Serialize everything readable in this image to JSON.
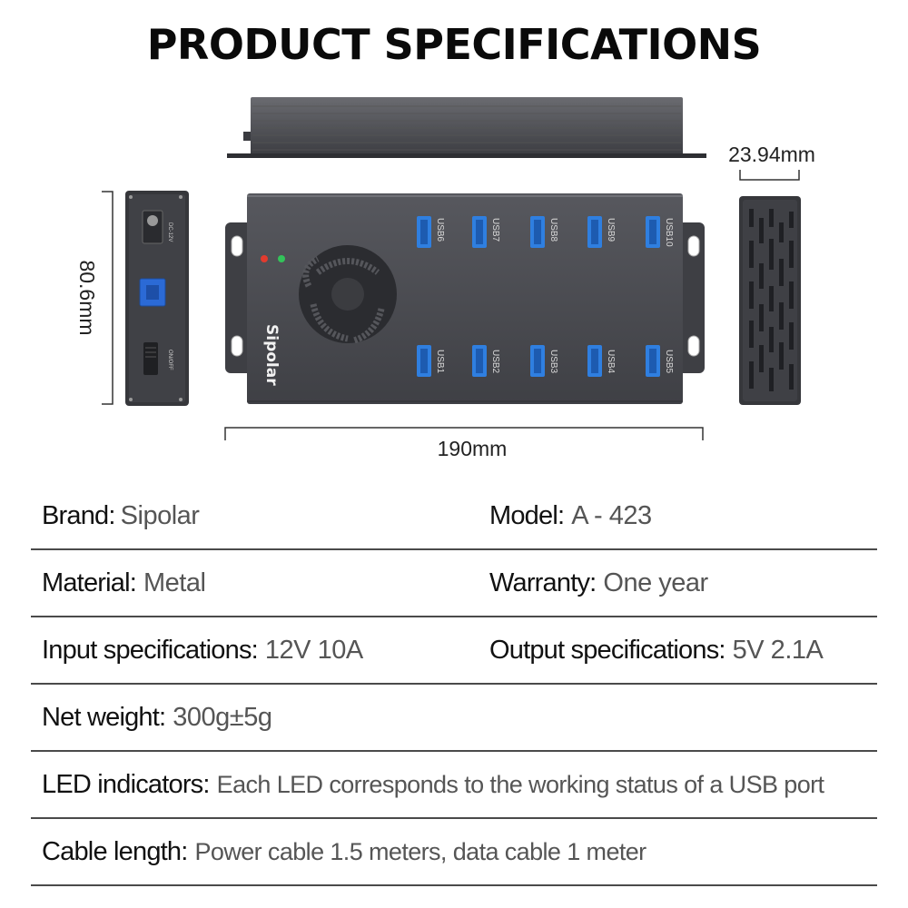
{
  "title": "PRODUCT SPECIFICATIONS",
  "product": {
    "brand_mark": "Sipolar",
    "ports_top": [
      "USB6",
      "USB7",
      "USB8",
      "USB9",
      "USB10"
    ],
    "ports_bottom": [
      "USB1",
      "USB2",
      "USB3",
      "USB4",
      "USB5"
    ],
    "side_labels": {
      "power": "DC-12V",
      "switch": "ON/OFF"
    },
    "colors": {
      "body": "#4a4b50",
      "port": "#2f7fe0",
      "led_red": "#e23b2e",
      "led_green": "#33c35a"
    }
  },
  "dimensions": {
    "depth": "23.94mm",
    "height": "80.6mm",
    "length": "190mm"
  },
  "specs": {
    "brand": {
      "label": "Brand:",
      "value": "Sipolar"
    },
    "model": {
      "label": "Model:",
      "value": "A - 423"
    },
    "material": {
      "label": "Material:",
      "value": "Metal"
    },
    "warranty": {
      "label": "Warranty:",
      "value": "One year"
    },
    "input": {
      "label": "Input specifications:",
      "value": "12V 10A"
    },
    "output": {
      "label": "Output specifications:",
      "value": "5V 2.1A"
    },
    "weight": {
      "label": "Net weight:",
      "value": "300g±5g"
    },
    "led": {
      "label": "LED indicators:",
      "value": "Each LED corresponds to the working status of a USB port"
    },
    "cable": {
      "label": "Cable length:",
      "value": "Power cable 1.5 meters, data cable 1 meter"
    }
  }
}
